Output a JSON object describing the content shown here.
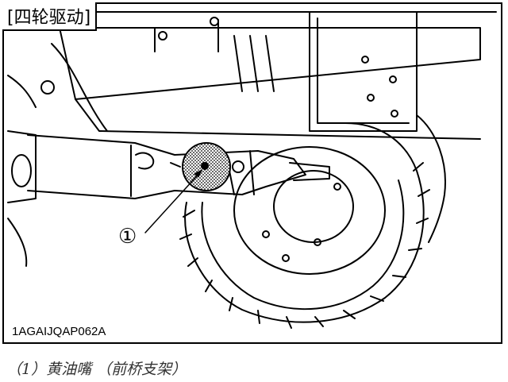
{
  "figure": {
    "section_title": "[四轮驱动]",
    "callout_number": "①",
    "image_code": "1AGAIJQAP062A"
  },
  "caption": "（1）黄油嘴 （前桥支架）"
}
